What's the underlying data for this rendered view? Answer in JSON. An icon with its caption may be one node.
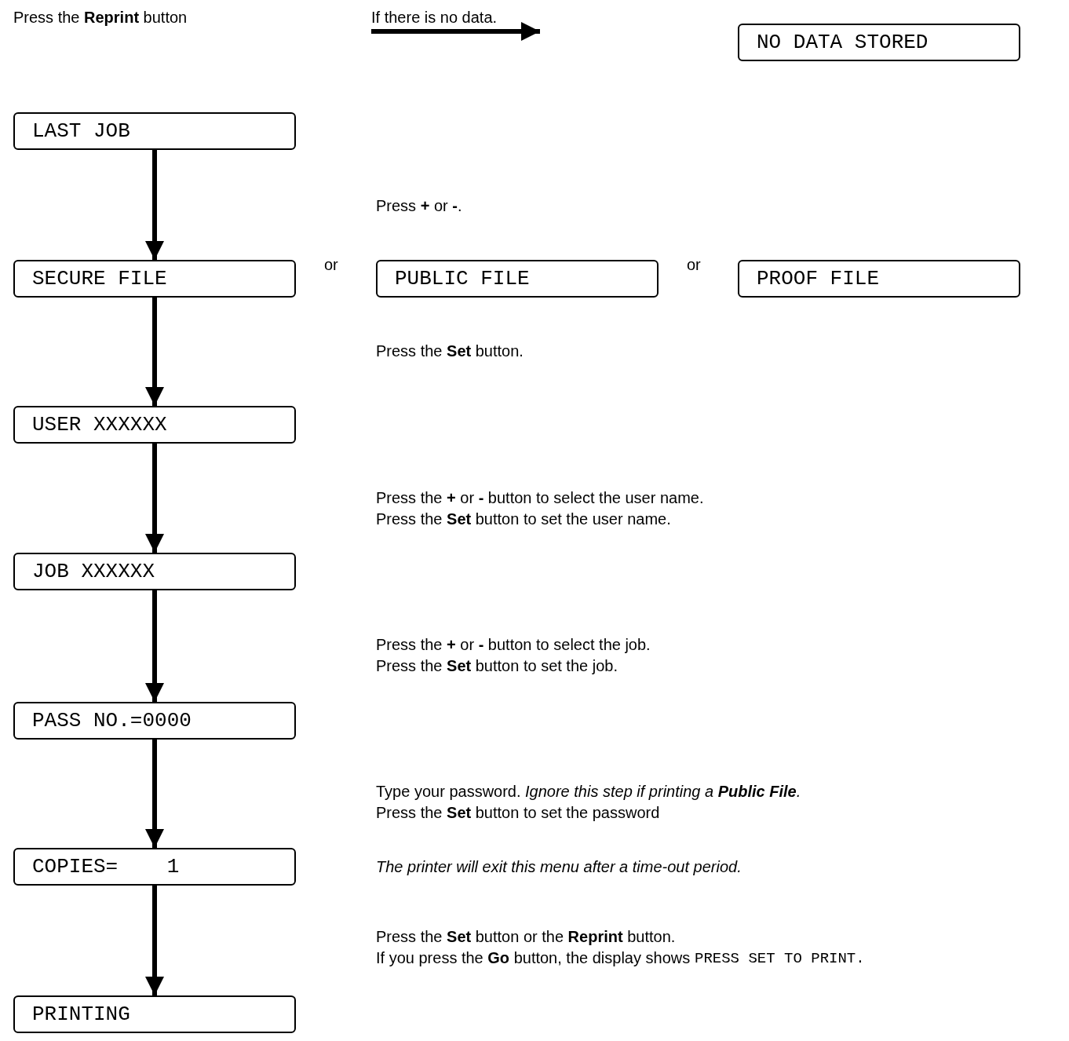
{
  "diagram": {
    "nodes": [
      {
        "text": [
          "LAST JOB"
        ]
      },
      {
        "text": [
          "SECURE FILE"
        ]
      },
      {
        "text": [
          "PUBLIC FILE"
        ]
      },
      {
        "text": [
          "PROOF FILE"
        ]
      },
      {
        "text": [
          "USER XXXXXX"
        ]
      },
      {
        "text": [
          "JOB XXXXXX"
        ]
      },
      {
        "text": [
          "PASS NO.=0000"
        ]
      },
      {
        "text": [
          "COPIES=    1"
        ]
      },
      {
        "text": [
          "PRINTING"
        ]
      },
      {
        "text": [
          "NO DATA STORED"
        ]
      }
    ],
    "edges": [
      {
        "from": 0,
        "to": 1,
        "arrow": "to"
      },
      {
        "from": 1,
        "to": 4,
        "arrow": "to"
      },
      {
        "from": 4,
        "to": 5,
        "arrow": "to"
      },
      {
        "from": 5,
        "to": 6,
        "arrow": "to"
      },
      {
        "from": 6,
        "to": 7,
        "arrow": "to"
      },
      {
        "from": 7,
        "to": 8,
        "arrow": "to"
      }
    ],
    "labels": [
      "Press the **Reprint** button",
      "If there is no data.",
      "Press **+** or **-**.",
      "or",
      "or",
      "Press the **Set** button.",
      "Press the **+** or **-** button to select the user name.",
      "Press the **Set** button to set the user name.",
      "Press the **+** or **-** button to select the job.",
      "Press the **Set** button to set the job.",
      "Type your password.",
      "Ignore this step if printing a **Public File**.",
      "Press the **Set** button to set the password",
      "The printer will exit this menu after a time-out period.",
      "Press the **Set** button or the **Reprint** button.",
      "If you press the **Go** button, the display shows",
      "PRESS SET TO PRINT."
    ]
  }
}
